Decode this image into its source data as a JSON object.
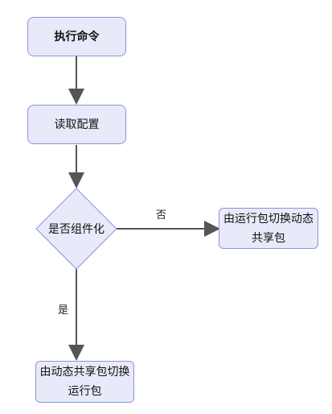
{
  "nodes": {
    "start": "执行命令",
    "read_config": "读取配置",
    "decision": "是否组件化",
    "switch_right_line1": "由运行包切换动态",
    "switch_right_line2": "共享包",
    "switch_bottom_line1": "由动态共享包切换",
    "switch_bottom_line2": "运行包"
  },
  "edge_labels": {
    "no": "否",
    "yes": "是"
  }
}
